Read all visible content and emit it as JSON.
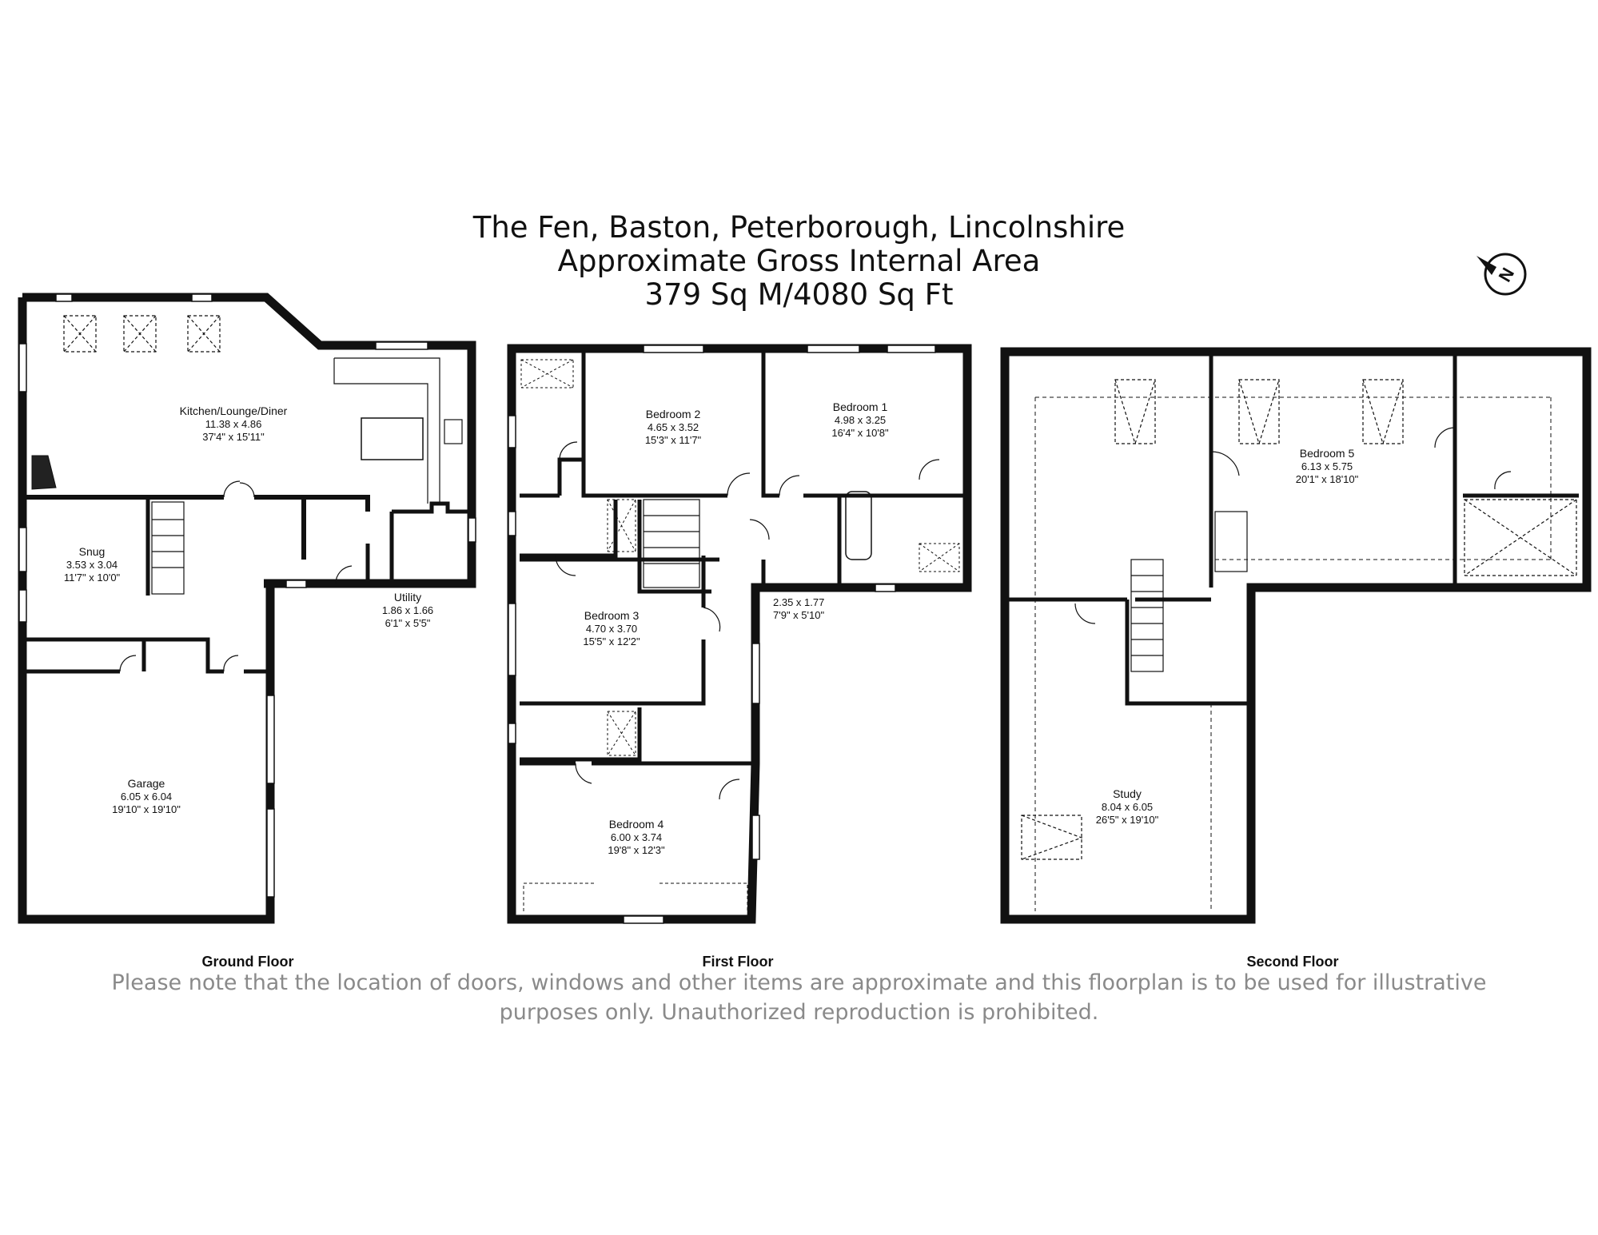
{
  "header": {
    "title_line1": "The Fen, Baston, Peterborough, Lincolnshire",
    "title_line2": "Approximate Gross Internal Area",
    "title_line3": "379 Sq M/4080 Sq Ft"
  },
  "compass": {
    "icon": "north-arrow-icon",
    "letter": "N"
  },
  "floors": {
    "ground": {
      "label": "Ground Floor"
    },
    "first": {
      "label": "First Floor"
    },
    "second": {
      "label": "Second Floor"
    }
  },
  "rooms": {
    "kitchen": {
      "name": "Kitchen/Lounge/Diner",
      "metric": "11.38 x 4.86",
      "imperial": "37'4\" x 15'11\""
    },
    "snug": {
      "name": "Snug",
      "metric": "3.53 x 3.04",
      "imperial": "11'7\" x 10'0\""
    },
    "utility": {
      "name": "Utility",
      "metric": "1.86 x 1.66",
      "imperial": "6'1\" x 5'5\""
    },
    "garage": {
      "name": "Garage",
      "metric": "6.05 x 6.04",
      "imperial": "19'10\" x 19'10\""
    },
    "bedroom2": {
      "name": "Bedroom 2",
      "metric": "4.65 x 3.52",
      "imperial": "15'3\" x 11'7\""
    },
    "bedroom1": {
      "name": "Bedroom 1",
      "metric": "4.98 x 3.25",
      "imperial": "16'4\" x 10'8\""
    },
    "bedroom3": {
      "name": "Bedroom 3",
      "metric": "4.70 x 3.70",
      "imperial": "15'5\" x 12'2\""
    },
    "landing": {
      "metric": "2.35 x 1.77",
      "imperial": "7'9\" x 5'10\""
    },
    "bedroom4": {
      "name": "Bedroom 4",
      "metric": "6.00 x 3.74",
      "imperial": "19'8\" x 12'3\""
    },
    "bedroom5": {
      "name": "Bedroom 5",
      "metric": "6.13 x 5.75",
      "imperial": "20'1\" x 18'10\""
    },
    "study": {
      "name": "Study",
      "metric": "8.04 x 6.05",
      "imperial": "26'5\" x 19'10\""
    }
  },
  "footer": {
    "note_line1": "Please note that the location of doors, windows and other items are approximate and this floorplan is to be used for illustrative",
    "note_line2": "purposes only. Unauthorized reproduction is prohibited."
  }
}
